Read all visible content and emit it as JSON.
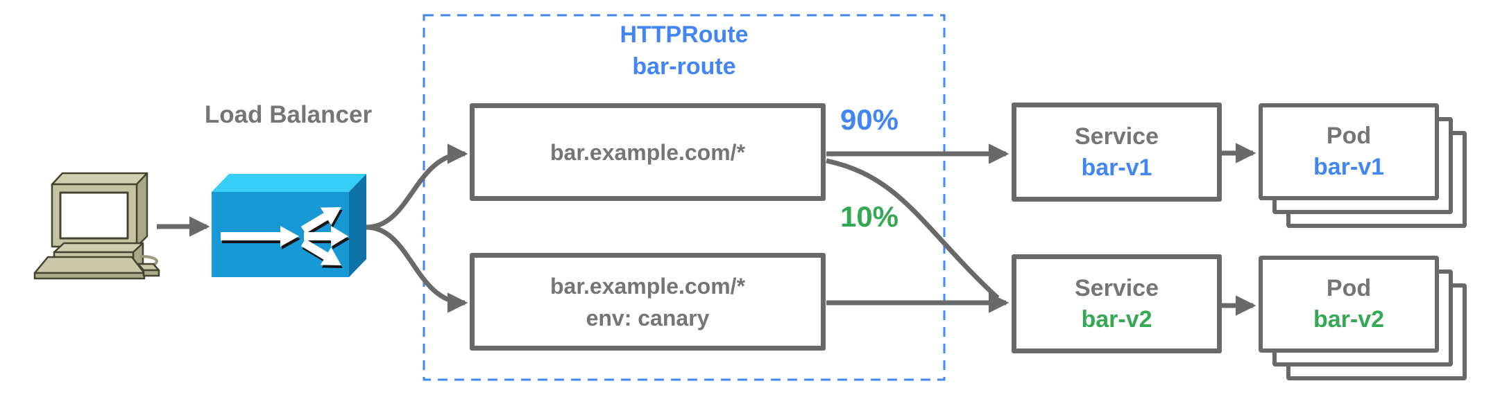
{
  "colors": {
    "blue": "#4285F4",
    "green": "#34A853",
    "gray_text": "#757575",
    "border_gray": "#696969",
    "arrow_gray": "#696969",
    "lb_front": "#1899D6",
    "lb_top": "#36CDF7",
    "lb_side": "#0E74A8"
  },
  "client": {
    "icon": "desktop-computer-icon"
  },
  "load_balancer": {
    "label": "Load Balancer",
    "icon": "load-balancer-3d-box-icon"
  },
  "httproute": {
    "title_line1": "HTTPRoute",
    "title_line2": "bar-route",
    "rules": [
      {
        "match": "bar.example.com/*",
        "weight": "90%"
      },
      {
        "match": "bar.example.com/*",
        "header": "env: canary",
        "weight": "10%"
      }
    ]
  },
  "services": [
    {
      "type_label": "Service",
      "name": "bar-v1",
      "color": "#4285F4"
    },
    {
      "type_label": "Service",
      "name": "bar-v2",
      "color": "#34A853"
    }
  ],
  "pods": [
    {
      "type_label": "Pod",
      "name": "bar-v1",
      "color": "#4285F4"
    },
    {
      "type_label": "Pod",
      "name": "bar-v2",
      "color": "#34A853"
    }
  ]
}
